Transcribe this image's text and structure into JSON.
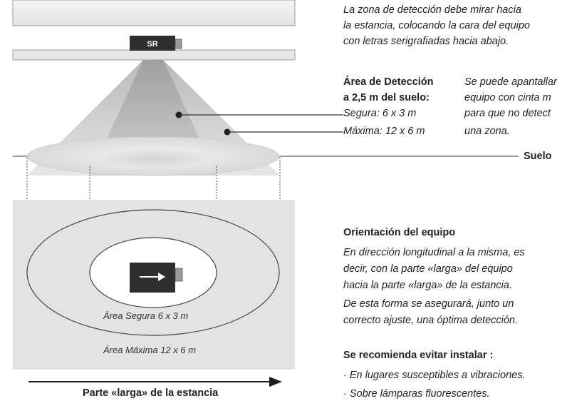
{
  "sensor_label": "SR",
  "install_note": {
    "lines": [
      "La zona de detección debe mirar hacia",
      "la estancia, colocando la cara del equipo",
      "con letras serigrafiadas hacia abajo."
    ]
  },
  "detection_area": {
    "title_lines": [
      "Área de Detección",
      "a 2,5 m del suelo:"
    ],
    "safe": "Segura: 6 x 3 m",
    "max": "Máxima: 12 x 6 m"
  },
  "shield_note": {
    "lines": [
      "Se puede apantallar",
      "equipo con cinta m",
      "para que no detect",
      "una zona."
    ]
  },
  "floor_label": "Suelo",
  "plan": {
    "safe_area_label": "Área Segura 6 x 3 m",
    "max_area_label": "Área Máxima 12 x 6 m"
  },
  "orientation": {
    "title": "Orientación del equipo",
    "lines": [
      "En dirección longitudinal a la misma, es",
      "decir, con la parte «larga» del equipo",
      "hacia la parte «larga» de la estancia.",
      "De esta forma se asegurará, junto un",
      "correcto ajuste, una óptima detección."
    ]
  },
  "recommendation": {
    "title": "Se recomienda evitar instalar :",
    "items": [
      "· En lugares susceptibles a vibraciones.",
      "· Sobre lámparas fluorescentes."
    ]
  },
  "arrow_label": "Parte «larga» de la estancia",
  "colors": {
    "ceiling": "#ececec",
    "sensor": "#2e2e2e",
    "plan_bg": "#e3e3e3"
  }
}
